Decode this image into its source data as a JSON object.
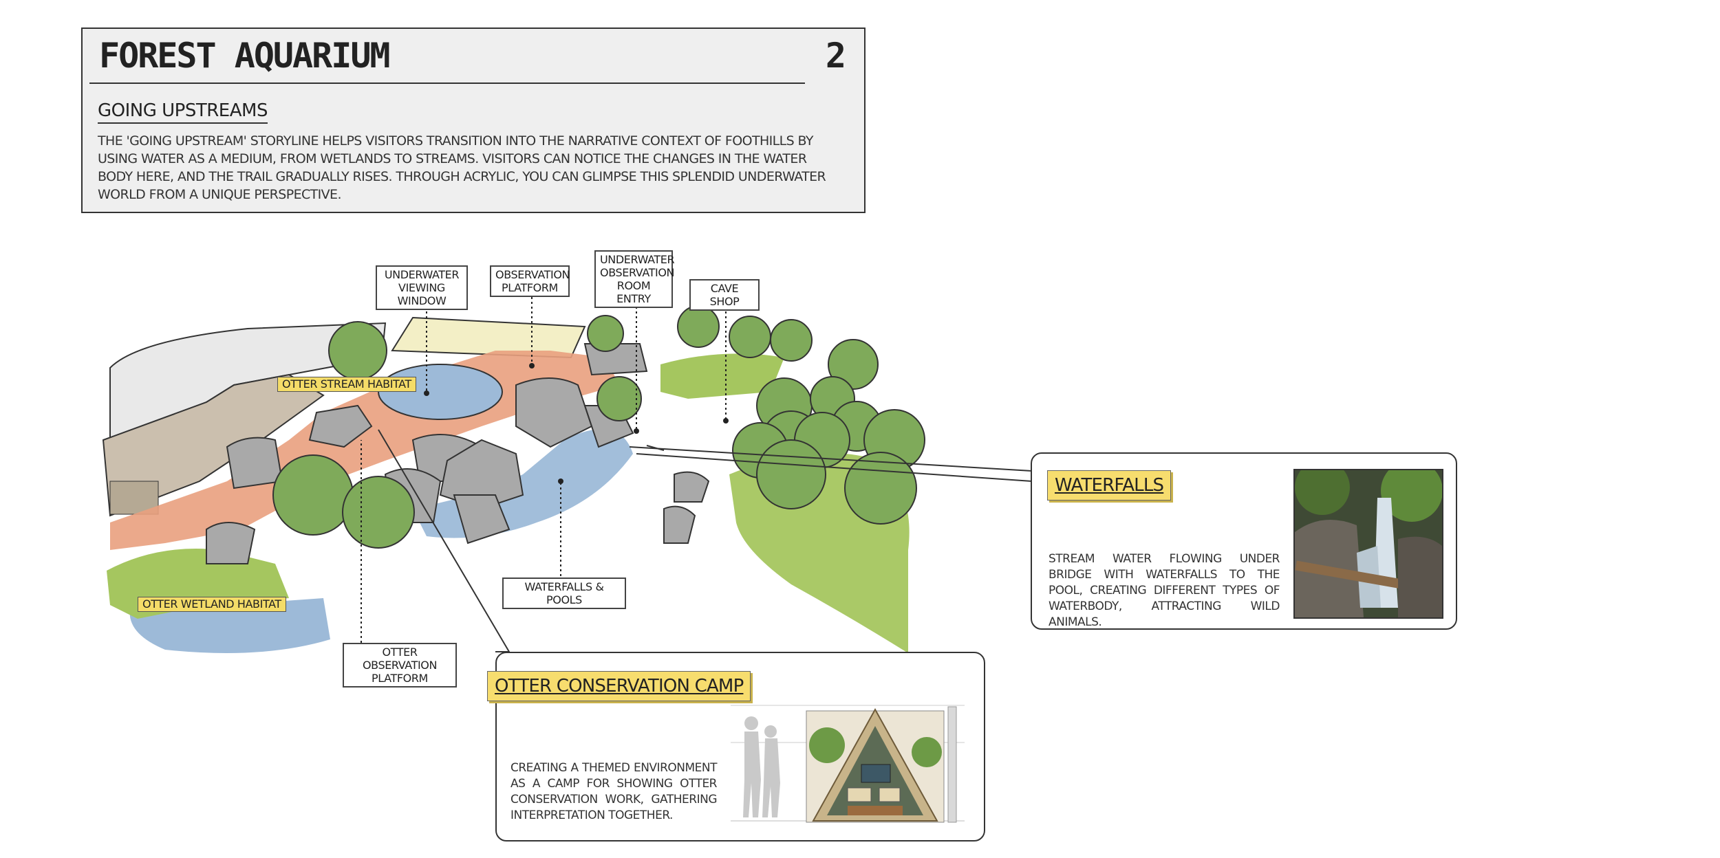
{
  "header": {
    "title": "FOREST AQUARIUM",
    "page_number": "2",
    "subtitle": "GOING UPSTREAMS",
    "description": "THE 'GOING UPSTREAM' STORYLINE HELPS VISITORS TRANSITION INTO THE NARRATIVE CONTEXT OF FOOTHILLS BY USING WATER AS A MEDIUM, FROM WETLANDS TO STREAMS. VISITORS CAN NOTICE THE CHANGES IN THE WATER BODY HERE, AND THE TRAIL GRADUALLY RISES. THROUGH ACRYLIC, YOU CAN GLIMPSE THIS SPLENDID UNDERWATER WORLD FROM A UNIQUE PERSPECTIVE."
  },
  "labels": {
    "underwater_viewing_window": "UNDERWATER VIEWING WINDOW",
    "observation_platform": "OBSERVATION PLATFORM",
    "underwater_observation_room_entry": "UNDERWATER OBSERVATION ROOM ENTRY",
    "cave_shop": "CAVE SHOP",
    "otter_stream_habitat": "OTTER STREAM HABITAT",
    "otter_wetland_habitat": "OTTER WETLAND HABITAT",
    "waterfalls_pools": "WATERFALLS & POOLS",
    "otter_observation_platform": "OTTER OBSERVATION PLATFORM"
  },
  "callouts": {
    "waterfalls": {
      "title": "WATERFALLS",
      "text": "STREAM WATER FLOWING UNDER BRIDGE WITH WATERFALLS TO THE POOL, CREATING DIFFERENT TYPES OF WATERBODY, ATTRACTING WILD ANIMALS."
    },
    "otter_camp": {
      "title": "OTTER CONSERVATION CAMP",
      "text": "CREATING A THEMED ENVIRONMENT AS A CAMP FOR SHOWING OTTER CONSERVATION WORK, GATHERING INTERPRETATION TOGETHER."
    }
  },
  "colors": {
    "highlight_yellow": "#f4dc68",
    "tree_green": "#7faa5a",
    "grass_green": "#a5c65f",
    "water_blue": "#9dbad8",
    "path_orange": "#e9a07e",
    "rock_gray": "#a9a9a9",
    "building_tan": "#cbbfae"
  }
}
